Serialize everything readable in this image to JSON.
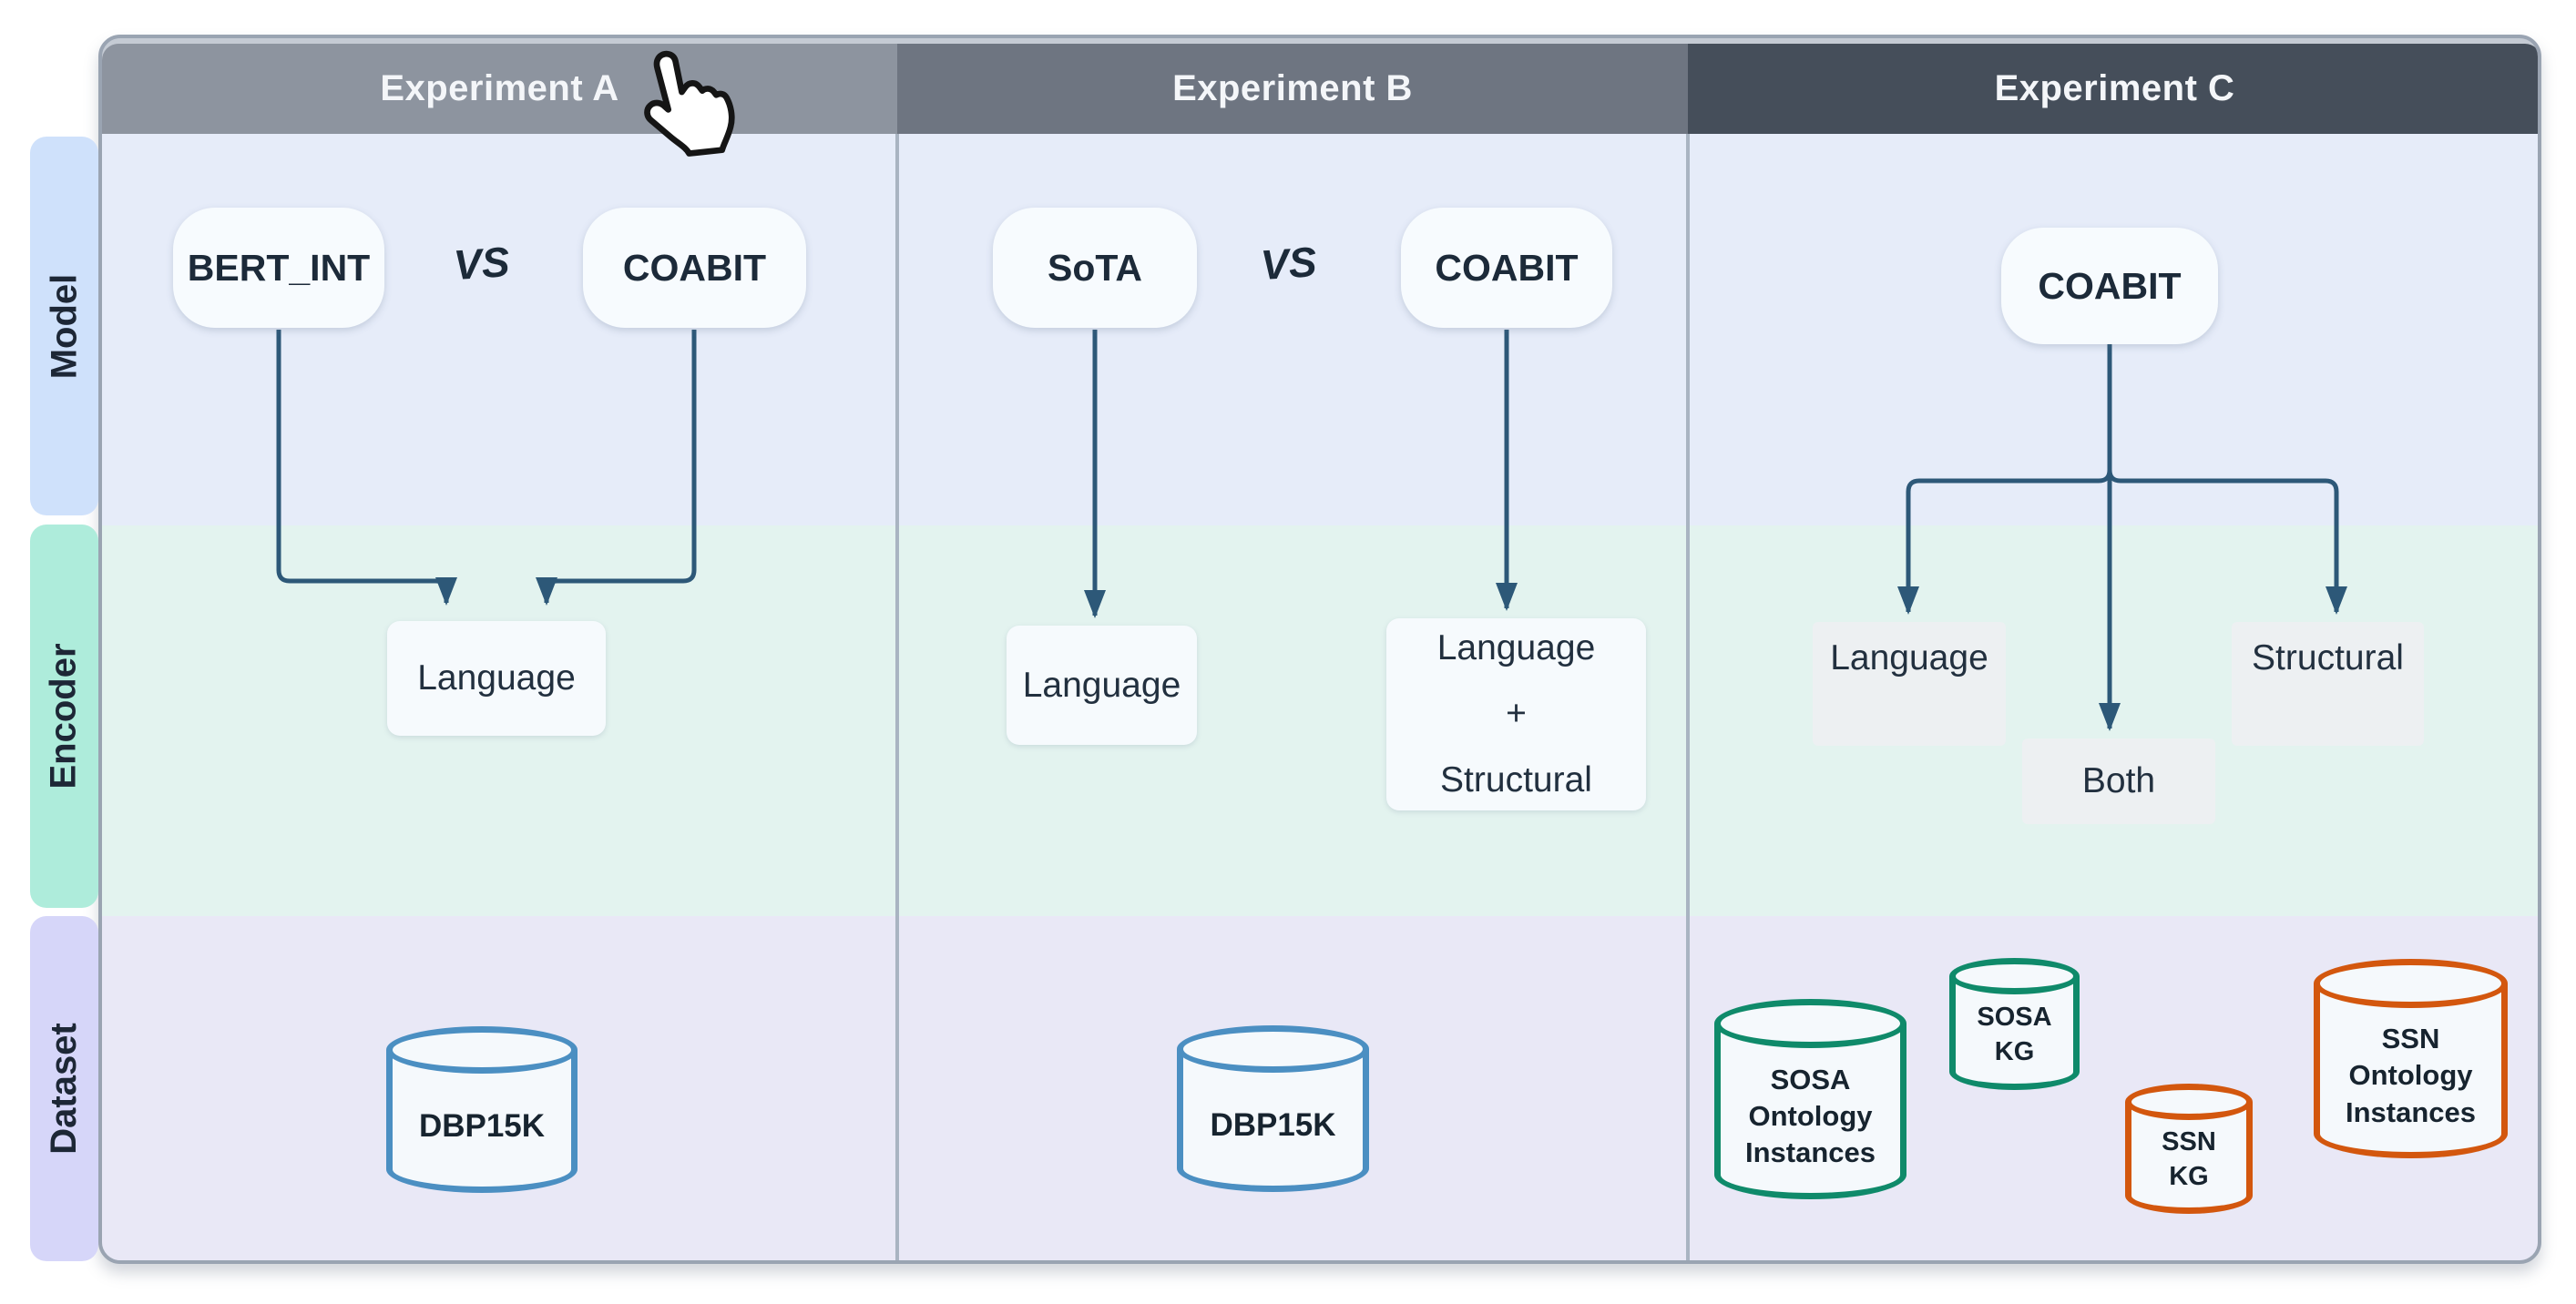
{
  "rows": [
    {
      "label": "Model"
    },
    {
      "label": "Encoder"
    },
    {
      "label": "Dataset"
    }
  ],
  "experiments": [
    {
      "title": "Experiment A",
      "model_left": "BERT_INT",
      "vs": "VS",
      "model_right": "COABIT",
      "encoder": "Language",
      "dataset": "DBP15K"
    },
    {
      "title": "Experiment B",
      "model_left": "SoTA",
      "vs": "VS",
      "model_right": "COABIT",
      "encoder_left": "Language",
      "encoder_right": "Language\n+\nStructural",
      "dataset": "DBP15K"
    },
    {
      "title": "Experiment C",
      "model": "COABIT",
      "encoder_left": "Language",
      "encoder_center": "Both",
      "encoder_right": "Structural",
      "datasets": [
        {
          "label": "SOSA\nOntology\nInstances",
          "color": "green"
        },
        {
          "label": "SOSA\nKG",
          "color": "green"
        },
        {
          "label": "SSN\nKG",
          "color": "orange"
        },
        {
          "label": "SSN\nOntology\nInstances",
          "color": "orange"
        }
      ]
    }
  ],
  "colors": {
    "header_a": "#8d949f",
    "header_b": "#6e7581",
    "header_c": "#454e5a",
    "band_model": "#e6ecf9",
    "band_encoder": "#e3f3ef",
    "band_dataset": "#e9e8f6",
    "tab_model": "#cfe1fb",
    "tab_encoder": "#aeecdb",
    "tab_dataset": "#d6d6f9",
    "arrow": "#2d5878",
    "cylinder_blue": "#4b8fc2",
    "cylinder_green": "#0f8a6a",
    "cylinder_orange": "#d3570e"
  }
}
